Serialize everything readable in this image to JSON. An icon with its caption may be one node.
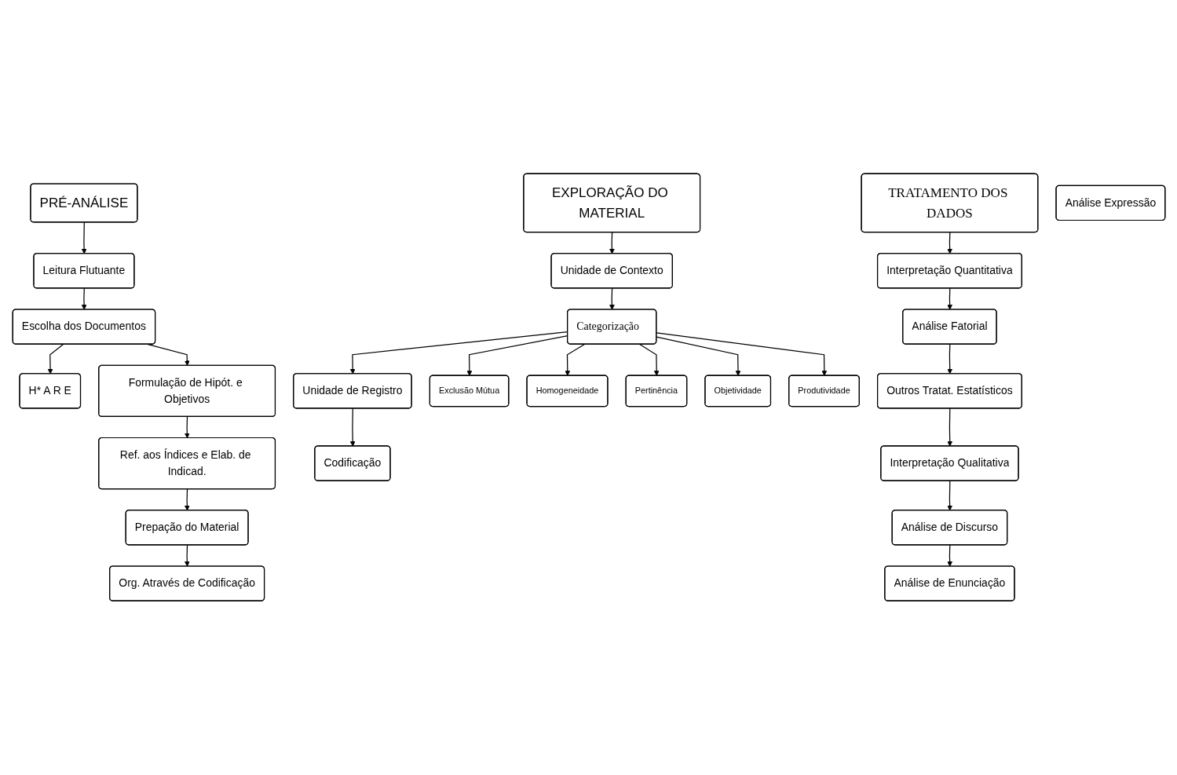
{
  "diagram": {
    "nodes": [
      {
        "text": [
          "PRÉ-ANÁLISE"
        ]
      },
      {
        "text": [
          "Leitura Flutuante"
        ]
      },
      {
        "text": [
          "H* A R E"
        ]
      },
      {
        "text": [
          "Escolha dos Documentos"
        ]
      },
      {
        "text": [
          "Formulação de Hipót. e Objetivos"
        ]
      },
      {
        "text": [
          "Ref. aos Índices e Elab. de Indicad."
        ]
      },
      {
        "text": [
          "Prepação do Material"
        ]
      },
      {
        "text": [
          "Org. Através de Codificação"
        ]
      },
      {
        "text": [
          "EXPLORAÇÃO DO MATERIAL"
        ]
      },
      {
        "text": [
          "Unidade de Contexto"
        ]
      },
      {
        "text": [
          "Categorização"
        ]
      },
      {
        "text": [
          "Unidade de Registro"
        ]
      },
      {
        "text": [
          "Codificação"
        ]
      },
      {
        "text": [
          "Exclusão Mútua"
        ]
      },
      {
        "text": [
          "Homogeneidade"
        ]
      },
      {
        "text": [
          "Pertinência"
        ]
      },
      {
        "text": [
          "Objetividade"
        ]
      },
      {
        "text": [
          "Produtividade"
        ]
      },
      {
        "text": [
          "TRATAMENTO DOS DADOS"
        ]
      },
      {
        "text": [
          "Interpretação Quantitativa"
        ]
      },
      {
        "text": [
          "Análise Fatorial"
        ]
      },
      {
        "text": [
          "Outros Tratat. Estatísticos"
        ]
      },
      {
        "text": [
          "Interpretação Qualitativa"
        ]
      },
      {
        "text": [
          "Análise de Discurso"
        ]
      },
      {
        "text": [
          "Análise de Enunciação"
        ]
      },
      {
        "text": [
          "Análise Expressão"
        ]
      }
    ],
    "edges": [
      {
        "from": 0,
        "to": 1,
        "arrow": "to"
      },
      {
        "from": 1,
        "to": 3,
        "arrow": "to"
      },
      {
        "from": 3,
        "to": 2,
        "arrow": "to"
      },
      {
        "from": 3,
        "to": 4,
        "arrow": "to"
      },
      {
        "from": 4,
        "to": 5,
        "arrow": "to"
      },
      {
        "from": 5,
        "to": 6,
        "arrow": "to"
      },
      {
        "from": 6,
        "to": 7,
        "arrow": "to"
      },
      {
        "from": 8,
        "to": 9,
        "arrow": "to"
      },
      {
        "from": 9,
        "to": 10,
        "arrow": "to"
      },
      {
        "from": 10,
        "to": 11,
        "arrow": "to"
      },
      {
        "from": 11,
        "to": 12,
        "arrow": "to"
      },
      {
        "from": 10,
        "to": 13,
        "arrow": "to"
      },
      {
        "from": 10,
        "to": 14,
        "arrow": "to"
      },
      {
        "from": 10,
        "to": 15,
        "arrow": "to"
      },
      {
        "from": 10,
        "to": 16,
        "arrow": "to"
      },
      {
        "from": 10,
        "to": 17,
        "arrow": "to"
      },
      {
        "from": 18,
        "to": 19,
        "arrow": "to"
      },
      {
        "from": 19,
        "to": 20,
        "arrow": "to"
      },
      {
        "from": 20,
        "to": 21,
        "arrow": "to"
      },
      {
        "from": 21,
        "to": 22,
        "arrow": "to"
      },
      {
        "from": 22,
        "to": 23,
        "arrow": "to"
      },
      {
        "from": 23,
        "to": 24,
        "arrow": "to"
      }
    ]
  }
}
